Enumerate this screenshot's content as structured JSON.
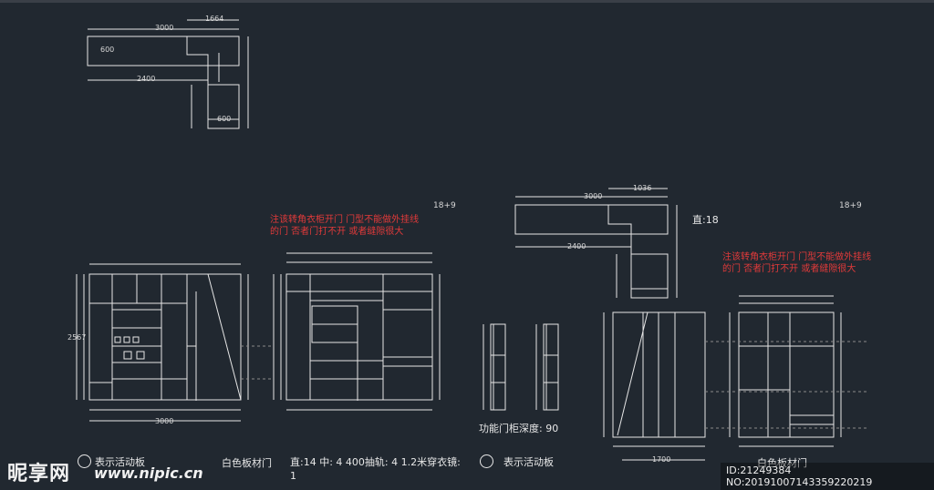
{
  "colors": {
    "background": "#212830",
    "lines": "#e6e6e6",
    "note": "#e23a3a",
    "dashed": "#8a8a8a"
  },
  "notes": {
    "left_note": "注该转角衣柜开门 门型不能做外挂线的门 否者门打不开 或者缝隙很大",
    "right_note": "注该转角衣柜开门 门型不能做外挂线的门 否者门打不开 或者缝隙很大"
  },
  "labels": {
    "spec_left": "18+9",
    "spec_right": "18+9",
    "zhi": "直:18",
    "func_door_depth": "功能门柜深度: 90",
    "legend_active_panel_1": "表示活动板",
    "legend_white_door_1": "白色板材门",
    "legend_detail": "直:14 中: 4  400抽轨: 4 1.2米穿衣镜: 1",
    "legend_active_panel_2": "表示活动板",
    "legend_white_door_2": "白色板材门"
  },
  "dims": {
    "plan1_top": "3000",
    "plan1_top2": "1664",
    "plan1_bottom": "2400",
    "plan1_side": "600",
    "plan1_bot_w": "600",
    "elev_left_total": "3000",
    "elev_left_h": "2567",
    "plan2_top": "3000",
    "plan2_top2": "1036",
    "plan2_bottom": "2400",
    "right_elev_w": "1700"
  },
  "watermark": {
    "logo": "昵享网",
    "url": "www.nipic.cn",
    "id": "ID:21249384 NO:20191007143359220219"
  }
}
